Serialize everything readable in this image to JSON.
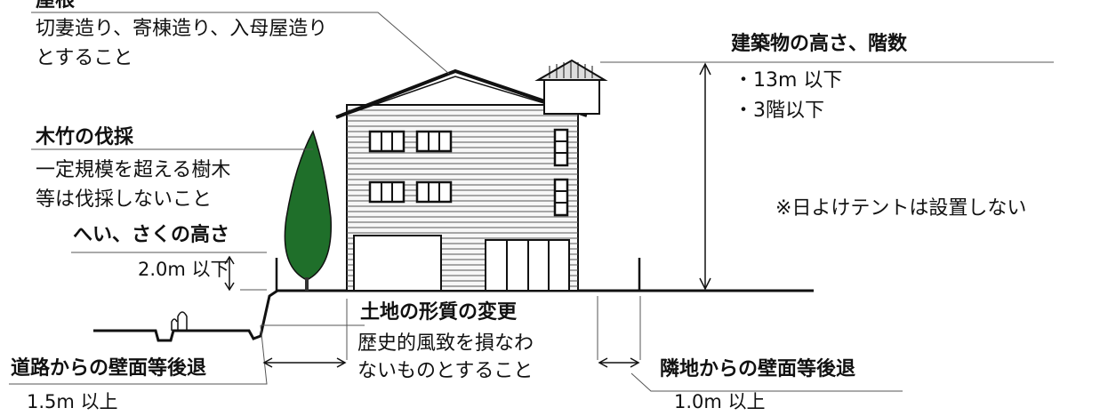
{
  "roof": {
    "heading": "屋根",
    "line1": "切妻造り、寄棟造り、入母屋造り",
    "line2": "とすること"
  },
  "height": {
    "heading": "建築物の高さ、階数",
    "item1": "・13m 以下",
    "item2": "・3階以下"
  },
  "tree": {
    "heading": "木竹の伐採",
    "line1": "一定規模を超える樹木",
    "line2": "等は伐採しないこと"
  },
  "awning_note": "※日よけテントは設置しない",
  "fence": {
    "heading": "へい、さくの高さ",
    "value": "2.0m 以下"
  },
  "land": {
    "heading": "土地の形質の変更",
    "line1": "歴史的風致を損なわ",
    "line2": "ないものとすること"
  },
  "road_setback": {
    "heading": "道路からの壁面等後退",
    "value": "1.5m 以上"
  },
  "neighbor_setback": {
    "heading": "隣地からの壁面等後退",
    "value": "1.0m 以上"
  },
  "colors": {
    "line": "#111111",
    "tree": "#1f6f2a",
    "leader": "#555555"
  }
}
